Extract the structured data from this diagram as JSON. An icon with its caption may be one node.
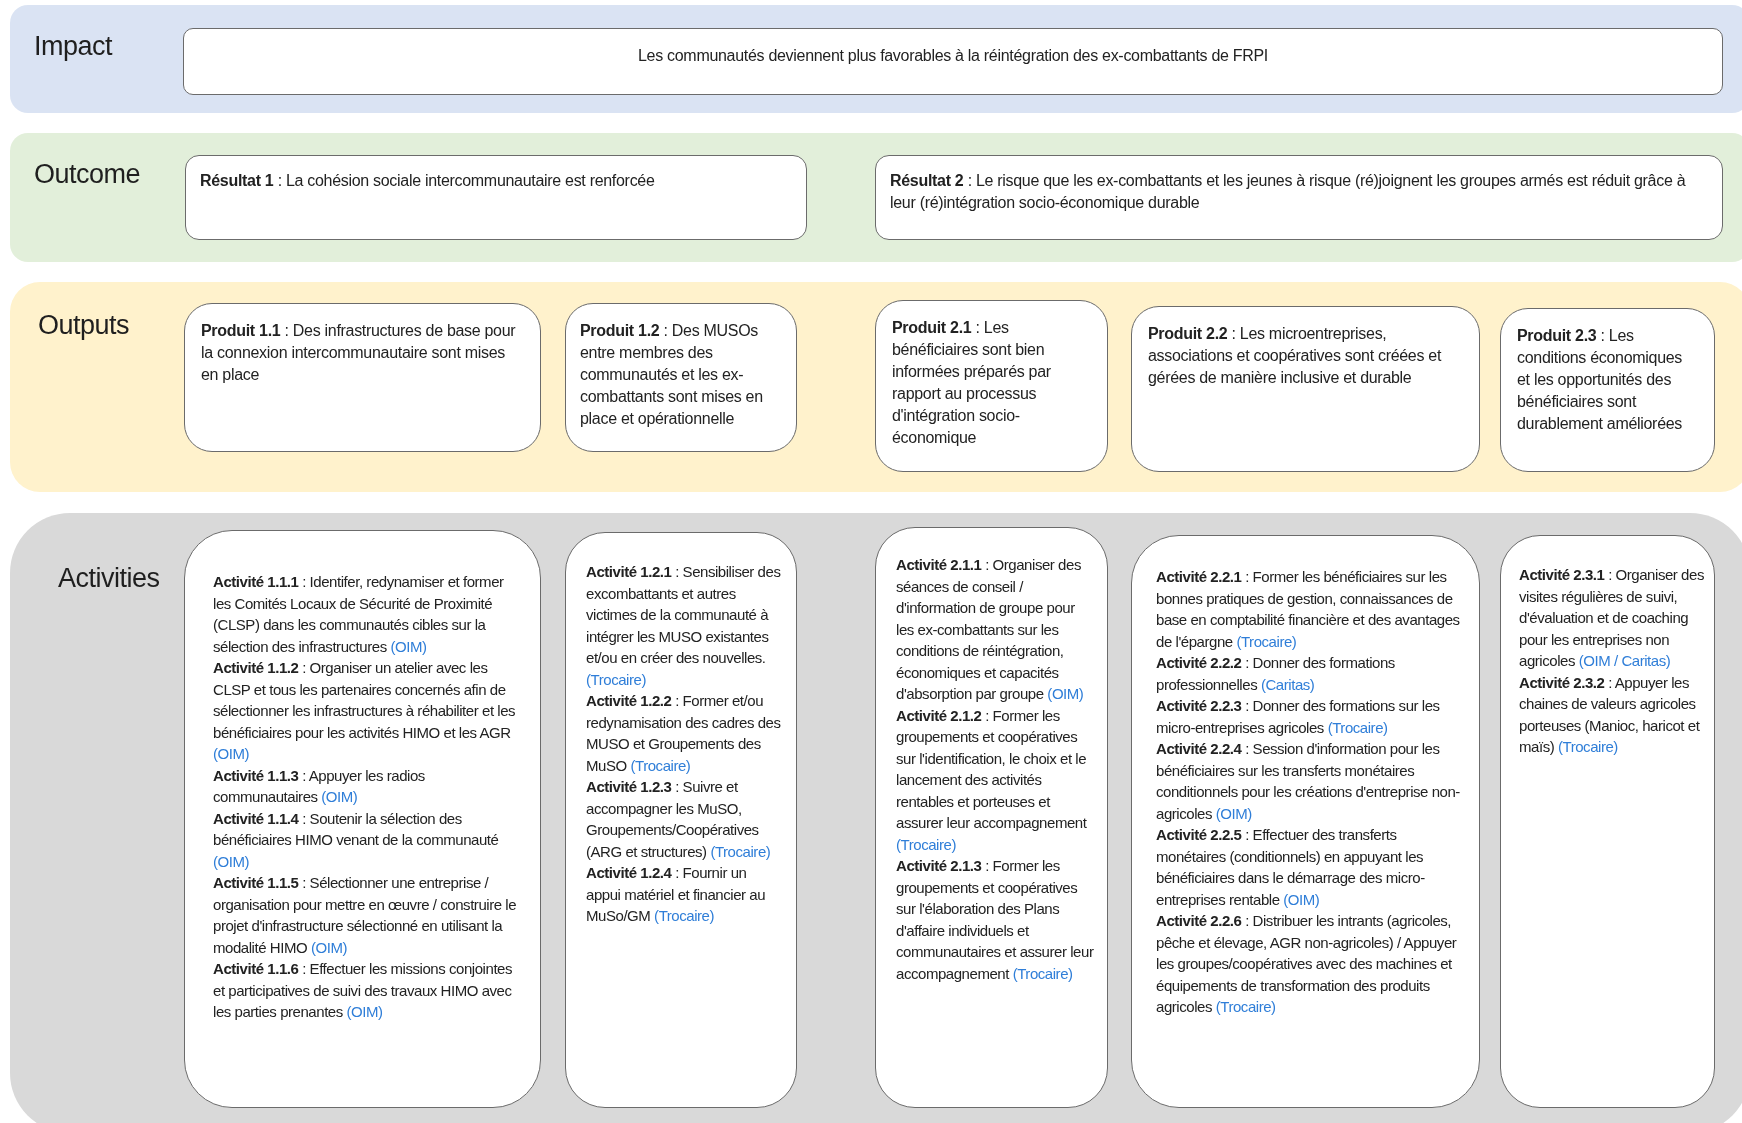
{
  "diagram": {
    "nodes": [
      {
        "text": [
          "Impact"
        ]
      },
      {
        "text": [
          "Les communautés deviennent plus favorables à la réintégration des ex-combattants de FRPI"
        ],
        "in": 0
      },
      {
        "text": [
          "Outcome"
        ]
      },
      {
        "text": [
          "**Résultat 1** : La cohésion sociale intercommunautaire est renforcée"
        ],
        "in": 2
      },
      {
        "text": [
          "**Résultat 2** : Le risque que les ex-combattants et les jeunes à risque (ré)joignent les groupes armés est réduit grâce à leur (ré)intégration socio-économique durable"
        ],
        "in": 2
      },
      {
        "text": [
          "Outputs"
        ]
      },
      {
        "text": [
          "**Produit 1.1** : Des infrastructures de base pour la connexion intercommunautaire sont mises en place"
        ],
        "in": 5
      },
      {
        "text": [
          "**Produit 1.2** : Des MUSOs entre membres des communautés et les ex-combattants sont mises en place et opérationnelle"
        ],
        "in": 5
      },
      {
        "text": [
          "**Produit 2.1** : Les bénéficiaires sont bien informées préparés par rapport au processus d'intégration socio-économique"
        ],
        "in": 5
      },
      {
        "text": [
          "**Produit 2.2** : Les microentreprises, associations et coopératives sont créées et gérées de manière inclusive et durable"
        ],
        "in": 5
      },
      {
        "text": [
          "**Produit 2.3** : Les conditions économiques et les opportunités des bénéficiaires sont durablement améliorées"
        ],
        "in": 5
      },
      {
        "text": [
          "Activities"
        ]
      },
      {
        "text": [
          "**Activité 1.1.1** : Identifer, redynamiser et former les Comités Locaux de Sécurité de Proximité (CLSP) dans les communautés cibles sur la sélection des infrastructures",
          "(OIM)",
          "**Activité 1.1.2** : Organiser un atelier avec les CLSP et tous les partenaires concernés afin de sélectionner les infrastructures à réhabiliter et les bénéficiaires pour les activités HIMO et les AGR",
          "(OIM)",
          "**Activité 1.1.3** : Appuyer les radios communautaires",
          "(OIM)",
          "**Activité 1.1.4** : Soutenir la sélection des bénéficiaires HIMO venant de la communauté",
          "(OIM)",
          "**Activité 1.1.5** : Sélectionner une entreprise / organisation pour mettre en œuvre / construire le projet d'infrastructure sélectionné en utilisant la modalité HIMO",
          "(OIM)",
          "**Activité 1.1.6** : Effectuer les missions conjointes et participatives de suivi des travaux HIMO avec les parties prenantes",
          "(OIM)"
        ],
        "in": 11
      },
      {
        "text": [
          "**Activité 1.2.1** : Sensibiliser des excombattants et autres victimes de la communauté à intégrer les MUSO existantes et/ou en créer des nouvelles.",
          "(Trocaire)",
          "**Activité 1.2.2** : Former et/ou redynamisation des cadres des MUSO et Groupements des MuSO",
          "(Trocaire)",
          "**Activité 1.2.3** : Suivre et accompagner les MuSO, Groupements/Coopératives (ARG et structures)",
          "(Trocaire)",
          "**Activité 1.2.4** : Fournir un appui matériel et financier au MuSo/GM",
          "(Trocaire)"
        ],
        "in": 11
      },
      {
        "text": [
          "**Activité 2.1.1** : Organiser des séances de conseil / d'information de groupe pour les ex-combattants sur les conditions de réintégration, économiques et capacités d'absorption par groupe",
          "(OIM)",
          "**Activité 2.1.2** : Former les groupements et coopératives sur l'identification, le choix et le lancement des activités rentables et porteuses et assurer leur accompagnement",
          "(Trocaire)",
          "**Activité 2.1.3** : Former les groupements et coopératives sur l'élaboration des Plans d'affaire individuels et communautaires et assurer leur accompagnement",
          "(Trocaire)"
        ],
        "in": 11
      },
      {
        "text": [
          "**Activité 2.2.1** : Former les bénéficiaires sur les bonnes pratiques de gestion, connaissances de base en comptabilité financière et des avantages de l'épargne",
          "(Trocaire)",
          "**Activité 2.2.2** : Donner des formations professionnelles",
          "(Caritas)",
          "**Activité 2.2.3** : Donner des formations sur les micro-entreprises agricoles",
          "(Trocaire)",
          "**Activité 2.2.4** : Session d'information pour les bénéficiaires sur les transferts monétaires conditionnels pour les créations d'entreprise non-agricoles",
          "(OIM)",
          "**Activité 2.2.5** : Effectuer des transferts monétaires (conditionnels) en appuyant les bénéficiaires dans le démarrage des micro-entreprises rentable",
          "(OIM)",
          "**Activité 2.2.6** : Distribuer les intrants (agricoles, pêche et élevage, AGR non-agricoles) / Appuyer les groupes/coopératives avec des machines et équipements de transformation des produits agricoles",
          "(Trocaire)"
        ],
        "in": 11
      },
      {
        "text": [
          "**Activité 2.3.1** : Organiser des visites régulières de suivi, d'évaluation et de coaching pour les entreprises non agricoles",
          "(OIM / Caritas)",
          "**Activité 2.3.2** : Appuyer les chaines de valeurs agricoles porteuses (Manioc, haricot et maïs)",
          "(Trocaire)"
        ],
        "in": 11
      }
    ]
  }
}
